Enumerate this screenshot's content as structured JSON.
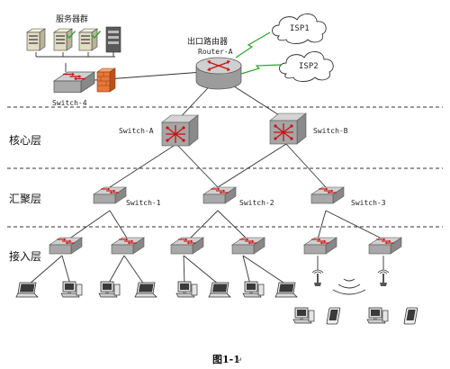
{
  "labels": {
    "server_group": "服务器群",
    "router_cn": "出口路由器",
    "router": "Router-A",
    "isp1": "ISP1",
    "isp2": "ISP2",
    "switch4": "Switch-4",
    "switchA": "Switch-A",
    "switchB": "Switch-B",
    "switch1": "Switch-1",
    "switch2": "Switch-2",
    "switch3": "Switch-3"
  },
  "layers": {
    "core": "核心层",
    "aggregation": "汇聚层",
    "access": "接入层"
  },
  "caption": "图1-1",
  "colors": {
    "switch_body": "#9a9a9a",
    "switch_top": "#c8c8c8",
    "router_body": "#b8b8b8",
    "arrow": "#cc1111",
    "firewall": "#e8783a",
    "link": "#333333",
    "dashed_line": "#333333",
    "wireless": "#2a6cd6"
  }
}
